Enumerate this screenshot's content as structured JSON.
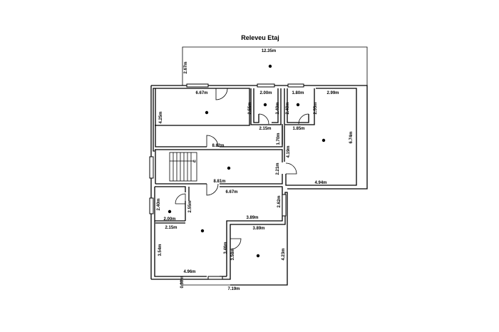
{
  "title": "Releveu Etaj",
  "dimensions": {
    "balcony_width": "12.35m",
    "balcony_depth": "2.67m",
    "room1_width": "6.67m",
    "room1_height": "4.25m",
    "bath1_width": "2.00m",
    "bath1_left": "2.55m",
    "bath1_right": "2.40m",
    "bath1_bottom": "2.15m",
    "bath2_width": "1.80m",
    "bath2_left": "2.40m",
    "bath2_right": "2.55m",
    "bath2_bottom": "1.85m",
    "room_right_width": "2.99m",
    "room_right_height": "6.74m",
    "corridor_gap": "1.70m",
    "hall_top": "8.82m",
    "room_right_inner": "4.19m",
    "hall_right": "2.21m",
    "hall_bottom": "8.81m",
    "room_right_bottom": "4.94m",
    "lower_top": "6.67m",
    "small_left": "2.40m",
    "small_right": "2.55m",
    "lower_right_side": "2.62m",
    "small_bottom": "2.00m",
    "lower_step": "3.89m",
    "lower_room_top": "2.15m",
    "lower_right_top": "3.89m",
    "lower_left_height": "3.54m",
    "lower_inner_1": "3.46m",
    "lower_inner_2": "3.58m",
    "lower_right_height": "4.23m",
    "lower_bottom": "4.96m",
    "wall_offset": "0.30m",
    "total_bottom": "7.19m"
  },
  "stairs_label": "u"
}
